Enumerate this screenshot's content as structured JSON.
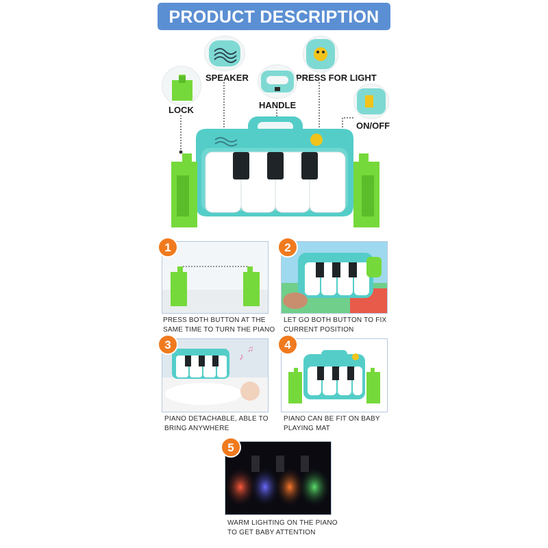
{
  "banner": {
    "title": "PRODUCT DESCRIPTION"
  },
  "callouts": {
    "speaker": "SPEAKER",
    "press_for_light": "PRESS FOR LIGHT",
    "lock": "LOCK",
    "handle": "HANDLE",
    "on_off": "ON/OFF"
  },
  "steps": [
    {
      "number": "1",
      "caption_line1": "PRESS BOTH BUTTON AT THE",
      "caption_line2": "SAME TIME TO TURN THE PIANO"
    },
    {
      "number": "2",
      "caption_line1": "LET GO BOTH BUTTON TO FIX",
      "caption_line2": "CURRENT POSITION"
    },
    {
      "number": "3",
      "caption_line1": "PIANO DETACHABLE, ABLE TO",
      "caption_line2": "BRING ANYWHERE"
    },
    {
      "number": "4",
      "caption_line1": "PIANO CAN BE FIT ON BABY",
      "caption_line2": "PLAYING MAT"
    },
    {
      "number": "5",
      "caption_line1": "WARM LIGHTING ON THE PIANO",
      "caption_line2": "TO GET BABY ATTENTION"
    }
  ],
  "colors": {
    "banner_blue": "#5b8fd3",
    "step_orange": "#f07a1e",
    "teal": "#54cdc8",
    "green": "#76d93b",
    "panel_border": "#b7c8df"
  }
}
